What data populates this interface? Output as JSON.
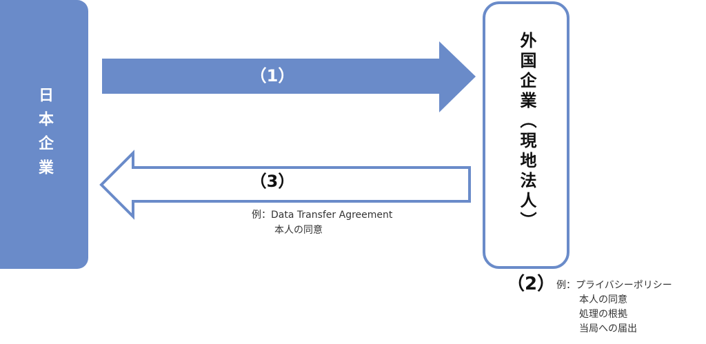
{
  "left_box": {
    "label": "日本企業"
  },
  "right_box": {
    "label": "外国企業（現地法人）"
  },
  "arrow_1": {
    "label": "（1）"
  },
  "arrow_3": {
    "label": "（3）",
    "examples": [
      "例：Data Transfer Agreement",
      "本人の同意"
    ]
  },
  "note_2": {
    "label": "（2）",
    "examples": [
      "例：プライバシーポリシー",
      "本人の同意",
      "処理の根拠",
      "当局への届出"
    ]
  },
  "colors": {
    "accent": "#6a8bc9",
    "ink": "#111111"
  }
}
